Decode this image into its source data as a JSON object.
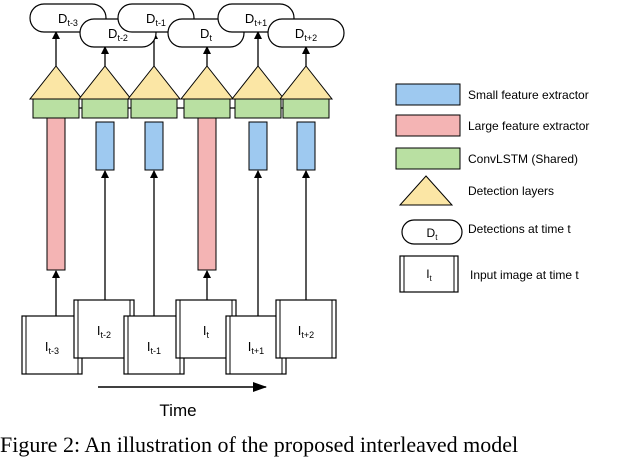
{
  "colors": {
    "small_extractor": "#9ec9f0",
    "large_extractor": "#f4b4b4",
    "convlstm": "#b9e0a2",
    "detection": "#fbe6a5",
    "stroke": "#000000"
  },
  "detections": [
    {
      "base": "D",
      "sub": "t-3"
    },
    {
      "base": "D",
      "sub": "t-2"
    },
    {
      "base": "D",
      "sub": "t-1"
    },
    {
      "base": "D",
      "sub": "t"
    },
    {
      "base": "D",
      "sub": "t+1"
    },
    {
      "base": "D",
      "sub": "t+2"
    }
  ],
  "frames": [
    {
      "base": "I",
      "sub": "t-3",
      "extractor": "large"
    },
    {
      "base": "I",
      "sub": "t-2",
      "extractor": "small"
    },
    {
      "base": "I",
      "sub": "t-1",
      "extractor": "small"
    },
    {
      "base": "I",
      "sub": "t",
      "extractor": "large"
    },
    {
      "base": "I",
      "sub": "t+1",
      "extractor": "small"
    },
    {
      "base": "I",
      "sub": "t+2",
      "extractor": "small"
    }
  ],
  "legend": {
    "small": "Small feature extractor",
    "large": "Large feature extractor",
    "convlstm": "ConvLSTM (Shared)",
    "detection": "Detection layers",
    "detections": "Detections at time t",
    "detections_icon": {
      "base": "D",
      "sub": "t"
    },
    "input": "Input image at time t",
    "input_icon": {
      "base": "I",
      "sub": "t"
    }
  },
  "time_label": "Time",
  "caption": "Figure 2: An illustration of the proposed interleaved model"
}
